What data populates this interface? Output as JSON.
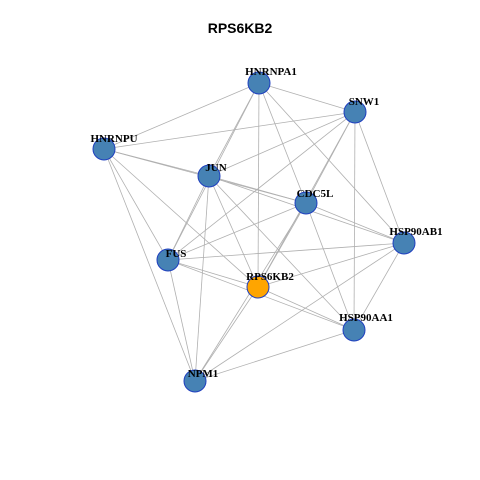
{
  "title": "RPS6KB2",
  "colors": {
    "center_node": "#ffa500",
    "node": "#4682b4",
    "node_border": "#1f3fbf",
    "edge": "#b0b0b0"
  },
  "nodes": [
    {
      "id": "HNRNPA1",
      "label": "HNRNPA1",
      "center": false
    },
    {
      "id": "SNW1",
      "label": "SNW1",
      "center": false
    },
    {
      "id": "HNRNPU",
      "label": "HNRNPU",
      "center": false
    },
    {
      "id": "JUN",
      "label": "JUN",
      "center": false
    },
    {
      "id": "CDC5L",
      "label": "CDC5L",
      "center": false
    },
    {
      "id": "HSP90AB1",
      "label": "HSP90AB1",
      "center": false
    },
    {
      "id": "FUS",
      "label": "FUS",
      "center": false
    },
    {
      "id": "RPS6KB2",
      "label": "RPS6KB2",
      "center": true
    },
    {
      "id": "HSP90AA1",
      "label": "HSP90AA1",
      "center": false
    },
    {
      "id": "NPM1",
      "label": "NPM1",
      "center": false
    }
  ],
  "edges": [
    [
      "HNRNPA1",
      "SNW1"
    ],
    [
      "HNRNPA1",
      "HNRNPU"
    ],
    [
      "HNRNPA1",
      "JUN"
    ],
    [
      "HNRNPA1",
      "CDC5L"
    ],
    [
      "HNRNPA1",
      "HSP90AB1"
    ],
    [
      "HNRNPA1",
      "FUS"
    ],
    [
      "HNRNPA1",
      "RPS6KB2"
    ],
    [
      "SNW1",
      "HNRNPU"
    ],
    [
      "SNW1",
      "JUN"
    ],
    [
      "SNW1",
      "CDC5L"
    ],
    [
      "SNW1",
      "HSP90AB1"
    ],
    [
      "SNW1",
      "FUS"
    ],
    [
      "SNW1",
      "RPS6KB2"
    ],
    [
      "SNW1",
      "HSP90AA1"
    ],
    [
      "HNRNPU",
      "JUN"
    ],
    [
      "HNRNPU",
      "CDC5L"
    ],
    [
      "HNRNPU",
      "FUS"
    ],
    [
      "HNRNPU",
      "NPM1"
    ],
    [
      "HNRNPU",
      "RPS6KB2"
    ],
    [
      "JUN",
      "CDC5L"
    ],
    [
      "JUN",
      "HSP90AB1"
    ],
    [
      "JUN",
      "FUS"
    ],
    [
      "JUN",
      "RPS6KB2"
    ],
    [
      "JUN",
      "HSP90AA1"
    ],
    [
      "JUN",
      "NPM1"
    ],
    [
      "CDC5L",
      "HSP90AB1"
    ],
    [
      "CDC5L",
      "FUS"
    ],
    [
      "CDC5L",
      "RPS6KB2"
    ],
    [
      "CDC5L",
      "HSP90AA1"
    ],
    [
      "CDC5L",
      "NPM1"
    ],
    [
      "HSP90AB1",
      "FUS"
    ],
    [
      "HSP90AB1",
      "RPS6KB2"
    ],
    [
      "HSP90AB1",
      "HSP90AA1"
    ],
    [
      "HSP90AB1",
      "NPM1"
    ],
    [
      "FUS",
      "RPS6KB2"
    ],
    [
      "FUS",
      "HSP90AA1"
    ],
    [
      "FUS",
      "NPM1"
    ],
    [
      "RPS6KB2",
      "HSP90AA1"
    ],
    [
      "RPS6KB2",
      "NPM1"
    ],
    [
      "HSP90AA1",
      "NPM1"
    ]
  ]
}
